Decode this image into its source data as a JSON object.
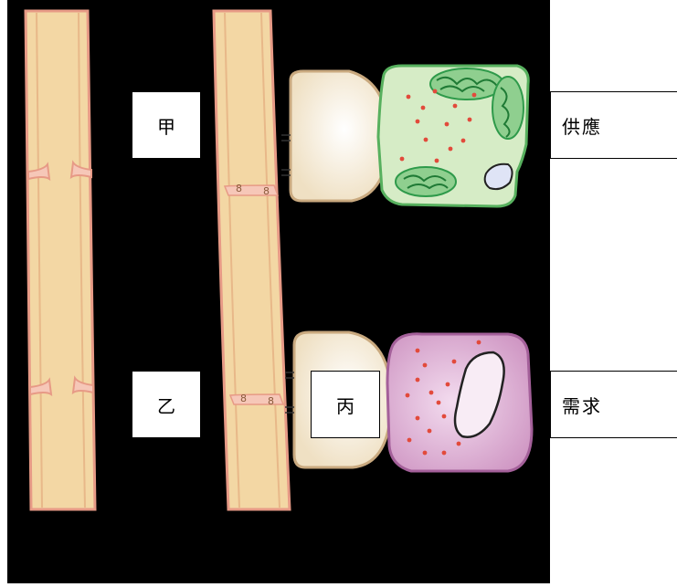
{
  "labels": {
    "jia": "甲",
    "yi": "乙",
    "bing": "丙",
    "supply": "供應",
    "demand": "需求"
  },
  "colors": {
    "background": "#000000",
    "tube_fill": "#f3d7a4",
    "tube_wall": "#e79a86",
    "companion_cell": "#f4ecd9",
    "source_cell": "#d4ecc4",
    "chloroplast": "#2e9a4a",
    "sink_cell": "#dcaad0",
    "dots": "#e24a3b"
  }
}
